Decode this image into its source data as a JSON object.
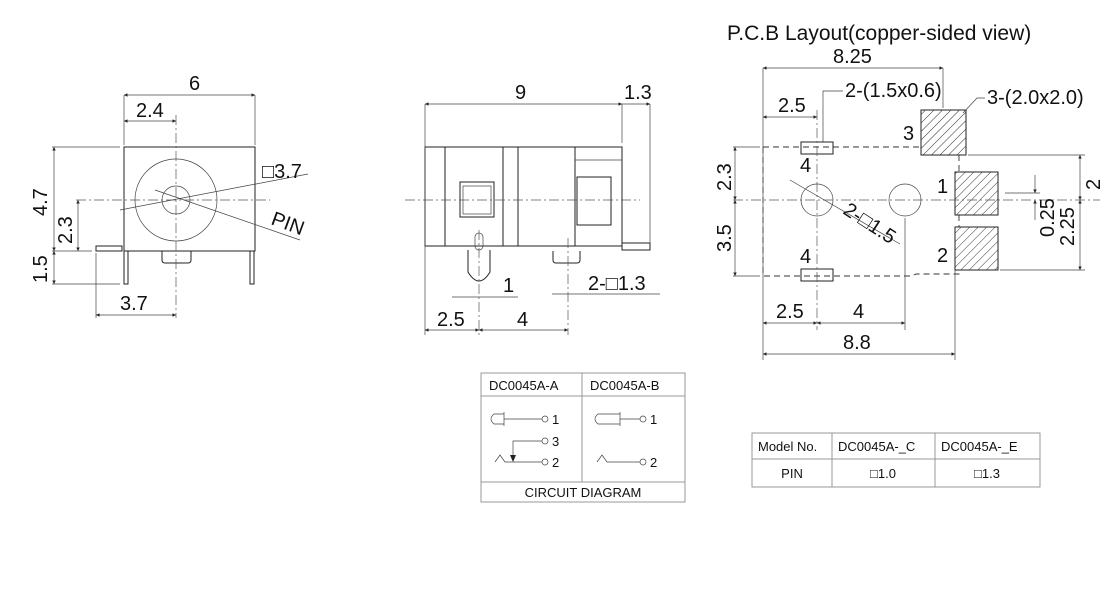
{
  "front_view": {
    "dim_width": "6",
    "dim_center_x": "2.4",
    "dim_height": "4.7",
    "dim_center_y": "2.3",
    "dim_pin_length": "1.5",
    "dim_tab_offset": "3.7",
    "dim_diameter": "□3.7",
    "pin_label": "PIN"
  },
  "side_view": {
    "dim_length": "9",
    "dim_tab": "1.3",
    "dim_pin_width": "1",
    "dim_pin_offset": "2.5",
    "dim_pin_spacing": "4",
    "dim_square_pins": "2-□1.3"
  },
  "pcb_layout": {
    "title": "P.C.B Layout(copper-sided view)",
    "dim_top": "8.25",
    "dim_slot_pads": "2-(1.5x0.6)",
    "dim_square_pads": "3-(2.0x2.0)",
    "dim_left_top": "2.5",
    "dim_upper": "2.3",
    "dim_lower": "3.5",
    "dim_hole": "2-□1.5",
    "dim_bottom_left": "2.5",
    "dim_bottom_mid": "4",
    "dim_bottom_total": "8.8",
    "dim_right_2": "2",
    "dim_right_225": "2.25",
    "dim_right_025": "0.25",
    "pad_labels": [
      "1",
      "2",
      "3",
      "4",
      "4"
    ]
  },
  "circuit_table": {
    "headers": [
      "DC0045A-A",
      "DC0045A-B"
    ],
    "a_pins": [
      "1",
      "3",
      "2"
    ],
    "b_pins": [
      "1",
      "2"
    ],
    "footer": "CIRCUIT DIAGRAM"
  },
  "model_table": {
    "header": [
      "Model No.",
      "DC0045A-_C",
      "DC0045A-_E"
    ],
    "row": [
      "PIN",
      "□1.0",
      "□1.3"
    ]
  }
}
